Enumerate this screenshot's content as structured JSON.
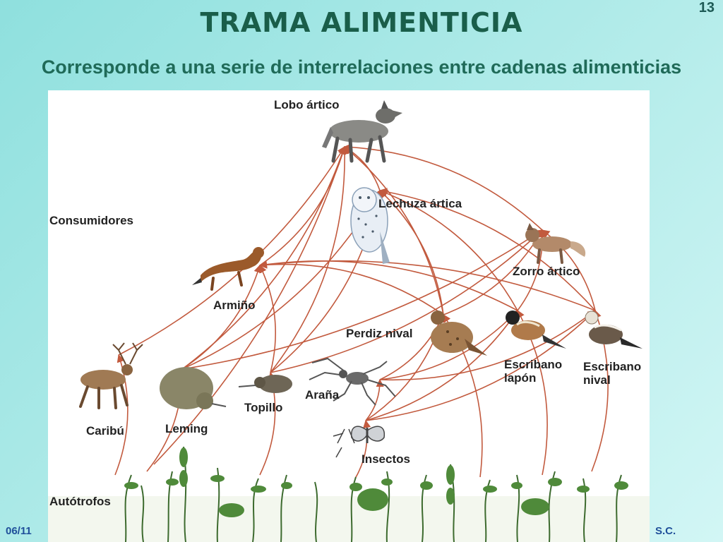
{
  "slide": {
    "number": "13",
    "title": "TRAMA  ALIMENTICIA",
    "subtitle": "Corresponde a una serie de interrelaciones entre cadenas alimenticias",
    "footer_left": "06/11",
    "footer_right": "S.C."
  },
  "diagram": {
    "labels": {
      "lobo": "Lobo ártico",
      "lechuza": "Lechuza ártica",
      "consumidores": "Consumidores",
      "zorro": "Zorro ártico",
      "armino": "Armiño",
      "perdiz": "Perdiz nival",
      "escribano_lapon_1": "Escribano",
      "escribano_lapon_2": "lapón",
      "escribano_nival_1": "Escribano",
      "escribano_nival_2": "nival",
      "arana": "Araña",
      "topillo": "Topillo",
      "caribu": "Caribú",
      "leming": "Leming",
      "insectos": "Insectos",
      "autotrofos": "Autótrofos"
    },
    "colors": {
      "arrow": "#c25a3e"
    },
    "links": [
      [
        "autotrofos",
        "caribu"
      ],
      [
        "autotrofos",
        "leming"
      ],
      [
        "autotrofos",
        "topillo"
      ],
      [
        "autotrofos",
        "insectos"
      ],
      [
        "autotrofos",
        "perdiz"
      ],
      [
        "autotrofos",
        "escribano_lapon"
      ],
      [
        "autotrofos",
        "escribano_nival"
      ],
      [
        "autotrofos",
        "lobo"
      ],
      [
        "caribu",
        "lobo"
      ],
      [
        "leming",
        "lobo"
      ],
      [
        "leming",
        "armino"
      ],
      [
        "leming",
        "lechuza"
      ],
      [
        "leming",
        "zorro"
      ],
      [
        "topillo",
        "armino"
      ],
      [
        "topillo",
        "lechuza"
      ],
      [
        "topillo",
        "lobo"
      ],
      [
        "topillo",
        "zorro"
      ],
      [
        "insectos",
        "arana"
      ],
      [
        "insectos",
        "perdiz"
      ],
      [
        "insectos",
        "escribano_lapon"
      ],
      [
        "insectos",
        "escribano_nival"
      ],
      [
        "arana",
        "perdiz"
      ],
      [
        "arana",
        "escribano_lapon"
      ],
      [
        "arana",
        "escribano_nival"
      ],
      [
        "perdiz",
        "lobo"
      ],
      [
        "perdiz",
        "lechuza"
      ],
      [
        "perdiz",
        "zorro"
      ],
      [
        "perdiz",
        "armino"
      ],
      [
        "escribano_lapon",
        "lechuza"
      ],
      [
        "escribano_lapon",
        "zorro"
      ],
      [
        "escribano_lapon",
        "armino"
      ],
      [
        "escribano_nival",
        "lechuza"
      ],
      [
        "escribano_nival",
        "zorro"
      ],
      [
        "escribano_nival",
        "armino"
      ],
      [
        "armino",
        "lobo"
      ],
      [
        "zorro",
        "lobo"
      ],
      [
        "lechuza",
        "lobo"
      ]
    ]
  }
}
